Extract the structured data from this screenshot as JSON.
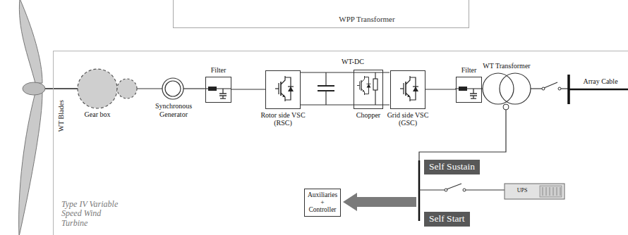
{
  "diagram": {
    "nodes": [
      {
        "text": [
          "WPP Transformer"
        ]
      },
      {
        "text": [
          "Type IV Variable Speed Wind Turbine"
        ]
      },
      {
        "text": [
          "Filter"
        ],
        "in": 1
      },
      {
        "text": [
          "Rotor side VSC (RSC)"
        ],
        "in": 1
      },
      {
        "text": [
          "Chopper"
        ],
        "in": 1
      },
      {
        "text": [
          "Grid side VSC (GSC)"
        ],
        "in": 1
      },
      {
        "text": [
          "Filter"
        ],
        "in": 1
      },
      {
        "text": [
          "Auxiliaries + Controller"
        ],
        "in": 1
      },
      {
        "text": [
          "Self Sustain"
        ],
        "in": 1
      },
      {
        "text": [
          "Self Start"
        ],
        "in": 1
      }
    ],
    "edges": [
      {
        "from": 2,
        "to": 3,
        "arrow": "none"
      },
      {
        "from": 5,
        "to": 6,
        "arrow": "none"
      }
    ],
    "labels": [
      "WT Blades",
      "Gear box",
      "Synchronous Generator",
      "WT-DC",
      "WT Transformer",
      "Array Cable",
      "UPS"
    ]
  }
}
